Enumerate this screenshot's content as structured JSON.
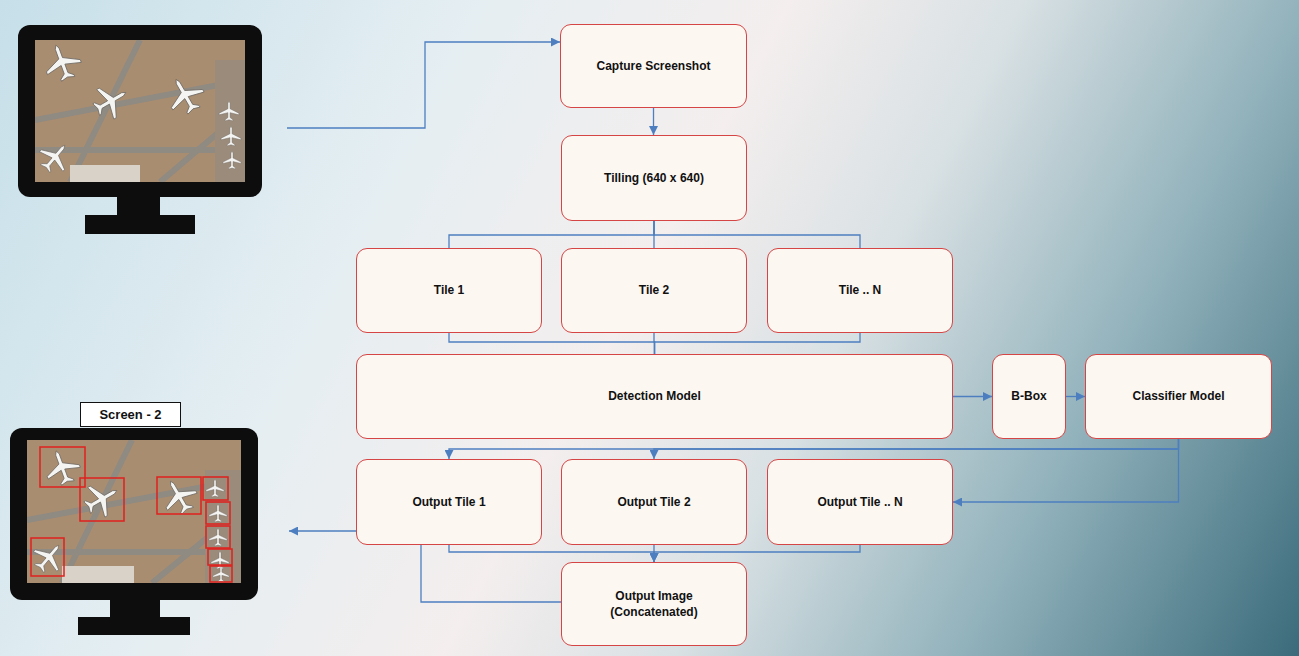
{
  "diagram": {
    "nodes": [
      {
        "text": [
          "Capture Screenshot"
        ]
      },
      {
        "text": [
          "Tilling (640 x 640)"
        ]
      },
      {
        "text": [
          "Tile 1"
        ]
      },
      {
        "text": [
          "Tile 2"
        ]
      },
      {
        "text": [
          "Tile .. N"
        ]
      },
      {
        "text": [
          "Detection Model"
        ]
      },
      {
        "text": [
          "B-Box"
        ]
      },
      {
        "text": [
          "Classifier Model"
        ]
      },
      {
        "text": [
          "Screen - 2"
        ]
      },
      {
        "text": [
          "Output Tile 1"
        ]
      },
      {
        "text": [
          "Output Tile 2"
        ]
      },
      {
        "text": [
          "Output Tile .. N"
        ]
      },
      {
        "text": [
          "Output Image (Concatenated)"
        ]
      }
    ],
    "edges": [
      {
        "from": 0,
        "to": 1,
        "arrow": "to"
      },
      {
        "from": 1,
        "to": 2,
        "arrow": "none"
      },
      {
        "from": 1,
        "to": 3,
        "arrow": "none"
      },
      {
        "from": 1,
        "to": 4,
        "arrow": "none"
      },
      {
        "from": 2,
        "to": 5,
        "arrow": "none"
      },
      {
        "from": 3,
        "to": 5,
        "arrow": "none"
      },
      {
        "from": 4,
        "to": 5,
        "arrow": "none"
      },
      {
        "from": 5,
        "to": 6,
        "arrow": "to"
      },
      {
        "from": 6,
        "to": 7,
        "arrow": "to"
      },
      {
        "from": 7,
        "to": 9,
        "arrow": "to"
      },
      {
        "from": 7,
        "to": 10,
        "arrow": "to"
      },
      {
        "from": 7,
        "to": 11,
        "arrow": "to"
      },
      {
        "from": 9,
        "to": 12,
        "arrow": "to"
      },
      {
        "from": 10,
        "to": 12,
        "arrow": "to"
      },
      {
        "from": 11,
        "to": 12,
        "arrow": "to"
      }
    ]
  }
}
